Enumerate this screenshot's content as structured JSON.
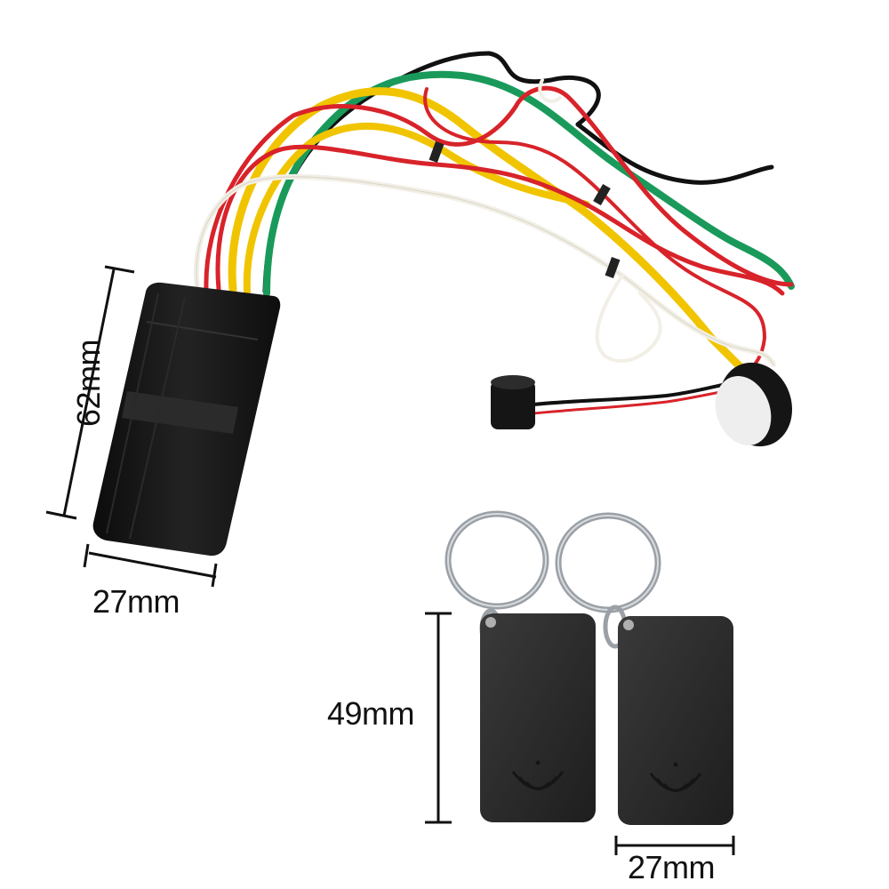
{
  "dimensions": {
    "module_height": "62mm",
    "module_width": "27mm",
    "tag_height": "49mm",
    "tag_width": "27mm"
  },
  "colors": {
    "background": "#ffffff",
    "module": "#151515",
    "tag": "#2a2a2a",
    "wire_red": "#d8232a",
    "wire_yellow": "#f1c400",
    "wire_green": "#1a9a5a",
    "wire_black": "#111111",
    "wire_white": "#f2efe6",
    "ring": "#9aa0a6"
  },
  "objects": [
    "immobilizer-module",
    "wiring-harness",
    "buzzer",
    "led-indicator",
    "rfid-key-tag",
    "rfid-key-tag"
  ]
}
